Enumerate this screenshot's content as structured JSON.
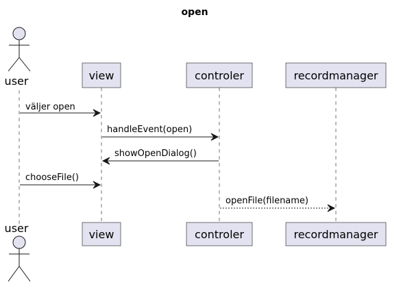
{
  "title": "open",
  "participants": {
    "user": "user",
    "view": "view",
    "controler": "controler",
    "recordmanager": "recordmanager"
  },
  "messages": [
    {
      "from": "user",
      "to": "view",
      "label": "väljer open",
      "style": "solid"
    },
    {
      "from": "view",
      "to": "controler",
      "label": "handleEvent(open)",
      "style": "solid"
    },
    {
      "from": "controler",
      "to": "view",
      "label": "showOpenDialog()",
      "style": "solid"
    },
    {
      "from": "user",
      "to": "view",
      "label": "chooseFile()",
      "style": "solid"
    },
    {
      "from": "controler",
      "to": "recordmanager",
      "label": "openFile(filename)",
      "style": "dashed"
    }
  ],
  "colors": {
    "participant_fill": "#e2e2f0",
    "line": "#181818"
  }
}
